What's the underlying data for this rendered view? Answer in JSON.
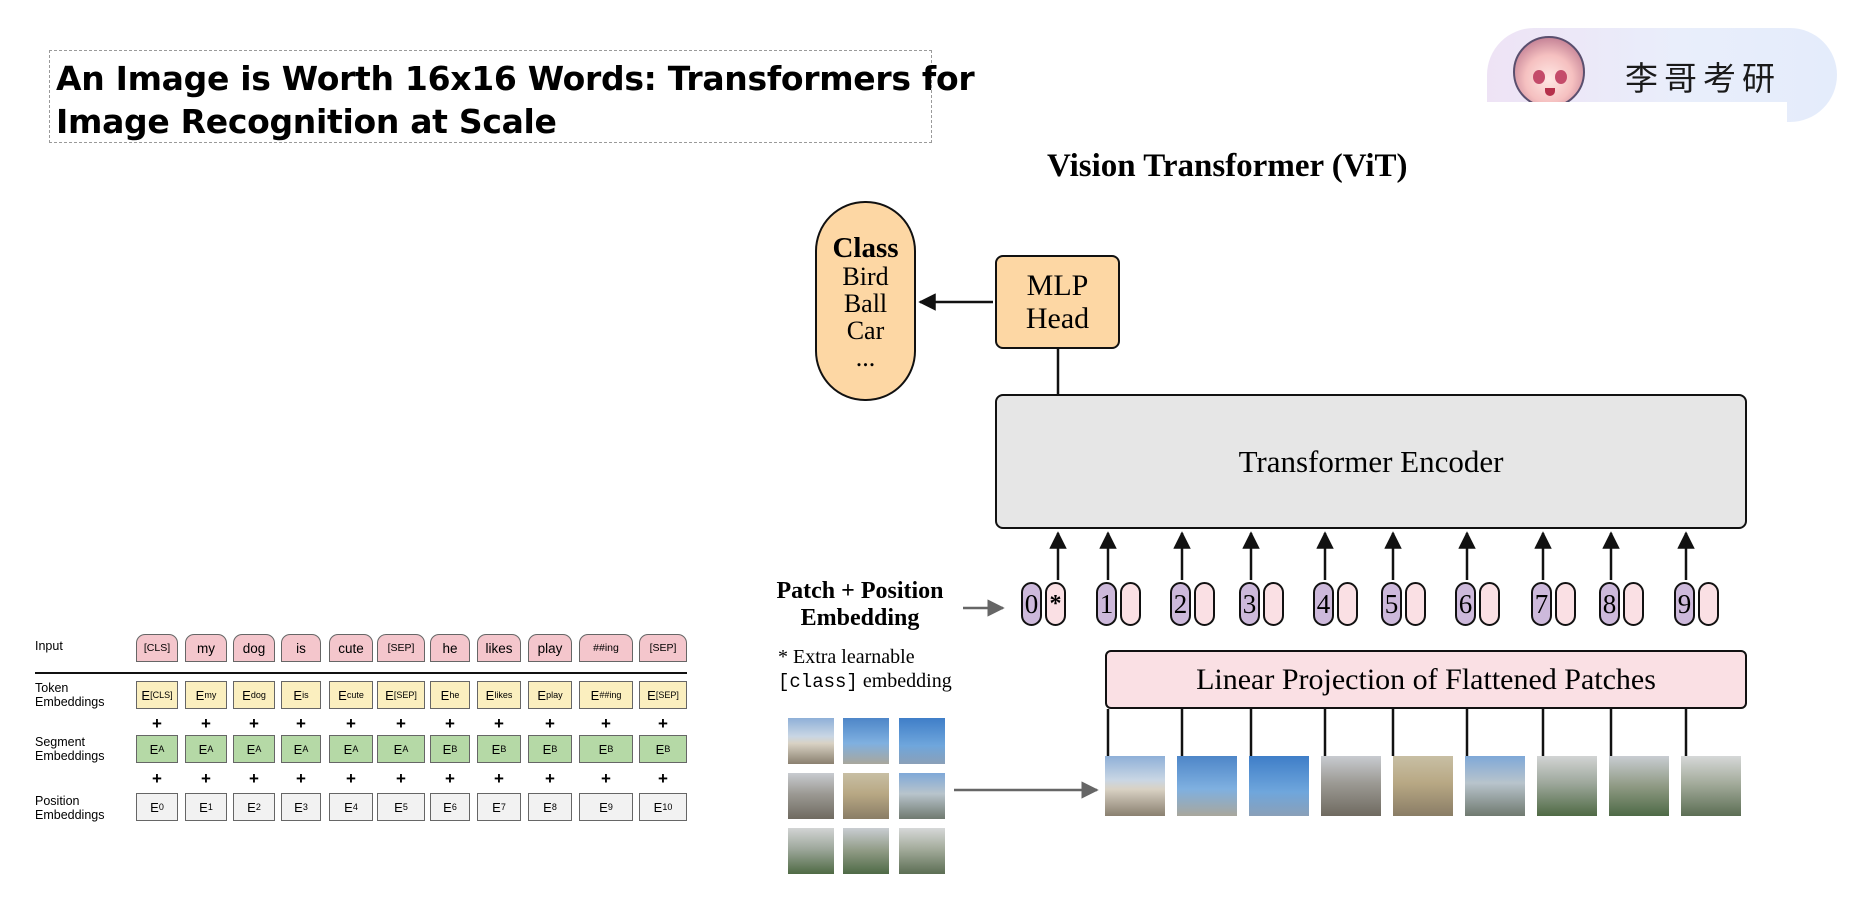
{
  "slide": {
    "title_line1": "An Image is Worth 16x16 Words: Transformers for",
    "title_line2": "Image Recognition at Scale"
  },
  "logo": {
    "text": "李哥考研"
  },
  "bert": {
    "row_labels": {
      "input": "Input",
      "token": "Token\nEmbeddings",
      "segment": "Segment\nEmbeddings",
      "position": "Position\nEmbeddings"
    },
    "inputs": [
      "[CLS]",
      "my",
      "dog",
      "is",
      "cute",
      "[SEP]",
      "he",
      "likes",
      "play",
      "##ing",
      "[SEP]"
    ],
    "token_subs": [
      "[CLS]",
      "my",
      "dog",
      "is",
      "cute",
      "[SEP]",
      "he",
      "likes",
      "play",
      "##ing",
      "[SEP]"
    ],
    "segment_subs": [
      "A",
      "A",
      "A",
      "A",
      "A",
      "A",
      "B",
      "B",
      "B",
      "B",
      "B"
    ],
    "position_subs": [
      "0",
      "1",
      "2",
      "3",
      "4",
      "5",
      "6",
      "7",
      "8",
      "9",
      "10"
    ],
    "embedding_letter": "E",
    "plus_sign": "+"
  },
  "vit": {
    "title": "Vision Transformer (ViT)",
    "class_box": {
      "heading": "Class",
      "items": [
        "Bird",
        "Ball",
        "Car",
        "..."
      ]
    },
    "mlp_head": {
      "line1": "MLP",
      "line2": "Head"
    },
    "encoder_label": "Transformer Encoder",
    "projection_label": "Linear Projection of Flattened Patches",
    "patch_position_label_line1": "Patch + Position",
    "patch_position_label_line2": "Embedding",
    "extra_note_line1": "* Extra learnable",
    "extra_note_code": "[class]",
    "extra_note_tail": " embedding",
    "position_ids": [
      "0",
      "1",
      "2",
      "3",
      "4",
      "5",
      "6",
      "7",
      "8",
      "9"
    ],
    "class_token_marker": "*",
    "patch_count": 9,
    "colors": {
      "class_orange": "#fdd7a4",
      "encoder_gray": "#e6e6e6",
      "projection_pink": "#fae0e4",
      "position_purple": "#cdb9db",
      "input_pink": "#f4c6cc",
      "token_yellow": "#fbefbf",
      "segment_green": "#b5d9a6"
    }
  }
}
